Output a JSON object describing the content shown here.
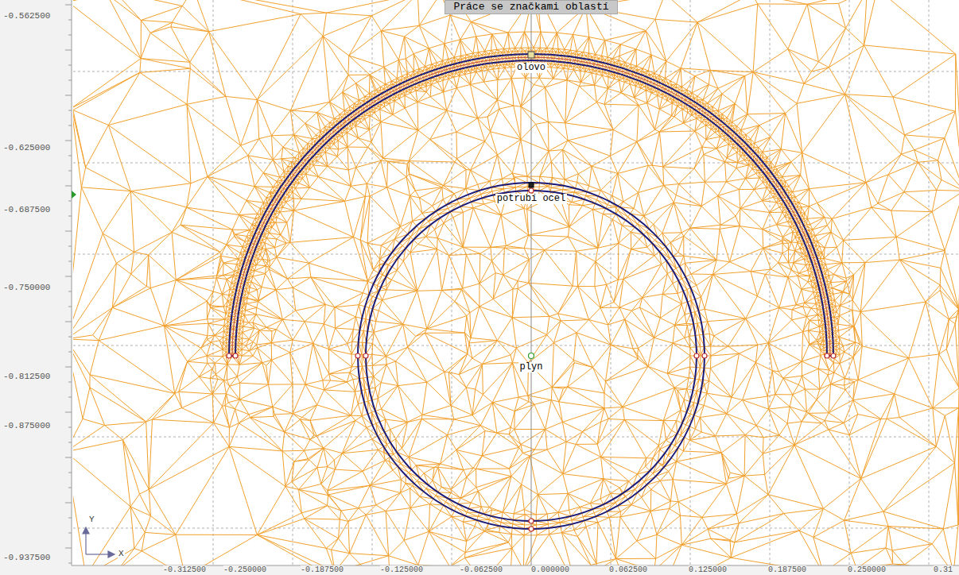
{
  "diagram": {
    "title": "Práce se značkami oblastí",
    "labels": [
      "olovo",
      "potrubí ocel",
      "plyn",
      "-0.562500",
      "-0.625000",
      "-0.687500",
      "-0.750000",
      "-0.812500",
      "-0.875000",
      "-0.937500",
      "-0.312500",
      "-0.250000",
      "-0.187500",
      "-0.125000",
      "-0.062500",
      "0.000000",
      "0.062500",
      "0.125000",
      "0.187500",
      "0.250000",
      "0.31",
      "Y",
      "X"
    ]
  }
}
